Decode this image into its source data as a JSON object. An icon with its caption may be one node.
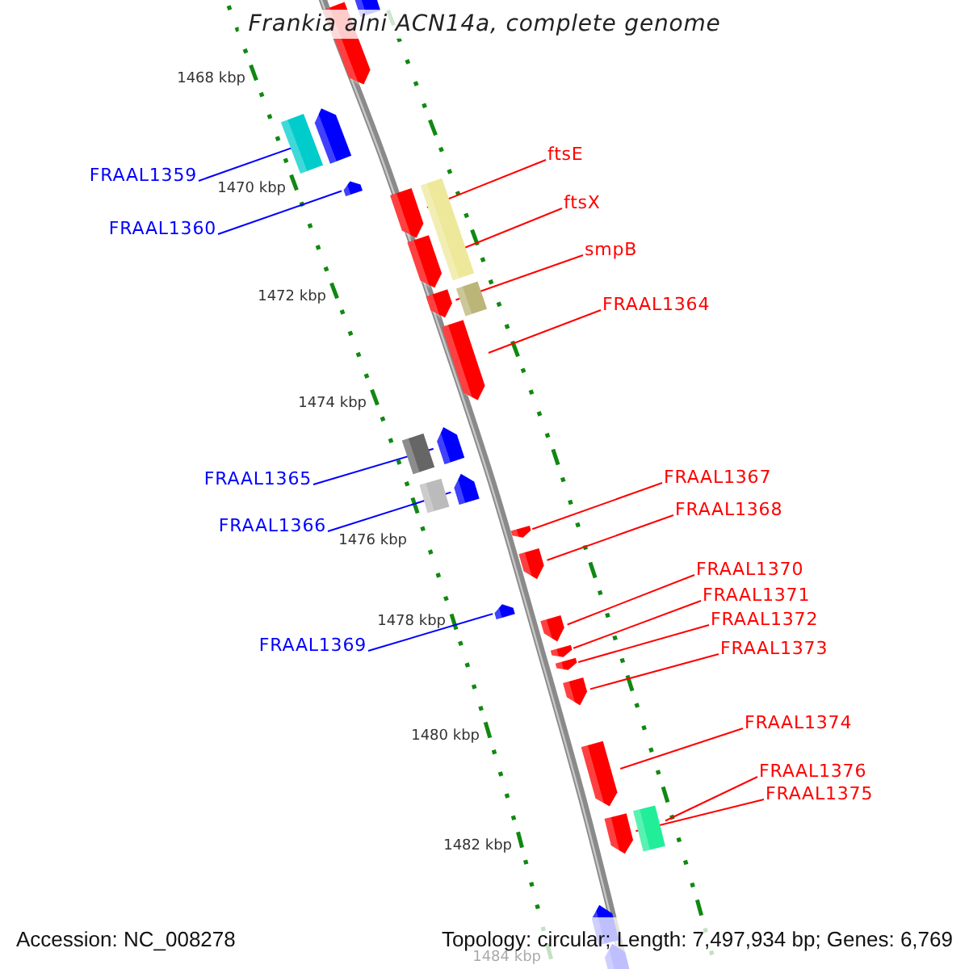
{
  "diagram": {
    "title": "Frankia alni ACN14a, complete genome",
    "nodes": [
      {
        "text": [
          "FRAAL1359"
        ]
      },
      {
        "text": [
          "ftsE"
        ]
      },
      {
        "text": [
          "ftsX"
        ]
      },
      {
        "text": [
          "FRAAL1360"
        ]
      },
      {
        "text": [
          "smpB"
        ]
      },
      {
        "text": [
          "FRAAL1364"
        ]
      },
      {
        "text": [
          "FRAAL1367"
        ]
      },
      {
        "text": [
          "FRAAL1365"
        ]
      },
      {
        "text": [
          "FRAAL1368"
        ]
      },
      {
        "text": [
          "FRAAL1366"
        ]
      },
      {
        "text": [
          "FRAAL1370"
        ]
      },
      {
        "text": [
          "FRAAL1371"
        ]
      },
      {
        "text": [
          "FRAAL1372"
        ]
      },
      {
        "text": [
          "FRAAL1369"
        ]
      },
      {
        "text": [
          "FRAAL1373"
        ]
      },
      {
        "text": [
          "FRAAL1374"
        ]
      },
      {
        "text": [
          "FRAAL1376"
        ]
      },
      {
        "text": [
          "FRAAL1375"
        ]
      },
      {
        "text": [],
        "shape": "arrow"
      },
      {
        "text": [],
        "shape": "arrow"
      },
      {
        "text": [],
        "shape": "arrow"
      },
      {
        "text": [],
        "shape": "arrow"
      },
      {
        "text": [],
        "shape": "arrow"
      },
      {
        "text": [],
        "shape": "arrow"
      },
      {
        "text": [],
        "shape": "arrow"
      },
      {
        "text": [],
        "shape": "arrow"
      },
      {
        "text": [],
        "shape": "arrow"
      },
      {
        "text": [],
        "shape": "arrow"
      },
      {
        "text": [],
        "shape": "arrow"
      },
      {
        "text": [],
        "shape": "arrow"
      },
      {
        "text": [],
        "shape": "arrow"
      },
      {
        "text": [],
        "shape": "arrow"
      },
      {
        "text": [],
        "shape": "arrow"
      },
      {
        "text": [],
        "shape": "arrow"
      },
      {
        "text": [],
        "shape": "box"
      },
      {
        "text": [],
        "shape": "arrow"
      },
      {
        "text": [],
        "shape": "arrow"
      },
      {
        "text": [],
        "shape": "arrow"
      },
      {
        "text": [],
        "shape": "box"
      },
      {
        "text": [],
        "shape": "box"
      },
      {
        "text": [],
        "shape": "box"
      },
      {
        "text": [],
        "shape": "box"
      },
      {
        "text": [],
        "shape": "box"
      },
      {
        "text": [],
        "shape": "arrow"
      },
      {
        "text": [],
        "shape": "arrow"
      }
    ],
    "edges": [
      {
        "from": 0,
        "to": 18,
        "arrow": "none",
        "color": "#0000ff"
      },
      {
        "from": 1,
        "to": 19,
        "arrow": "none"
      },
      {
        "from": 2,
        "to": 20,
        "arrow": "none"
      },
      {
        "from": 3,
        "to": 21,
        "arrow": "none",
        "color": "#0000ff"
      },
      {
        "from": 4,
        "to": 22,
        "arrow": "none"
      },
      {
        "from": 5,
        "to": 23,
        "arrow": "none"
      },
      {
        "from": 6,
        "to": 24,
        "arrow": "none"
      },
      {
        "from": 7,
        "to": 25,
        "arrow": "none",
        "color": "#0000ff"
      },
      {
        "from": 8,
        "to": 26,
        "arrow": "none"
      },
      {
        "from": 9,
        "to": 27,
        "arrow": "none",
        "color": "#0000ff"
      },
      {
        "from": 10,
        "to": 28,
        "arrow": "none"
      },
      {
        "from": 11,
        "to": 29,
        "arrow": "none"
      },
      {
        "from": 12,
        "to": 30,
        "arrow": "none"
      },
      {
        "from": 13,
        "to": 31,
        "arrow": "none",
        "color": "#0000ff"
      },
      {
        "from": 14,
        "to": 32,
        "arrow": "none"
      },
      {
        "from": 15,
        "to": 33,
        "arrow": "none"
      },
      {
        "from": 16,
        "to": 34,
        "arrow": "none"
      },
      {
        "from": 17,
        "to": 35,
        "arrow": "none"
      }
    ],
    "labels": [
      "1468 kbp",
      "1470 kbp",
      "1472 kbp",
      "1474 kbp",
      "1476 kbp",
      "1478 kbp",
      "1480 kbp",
      "1482 kbp",
      "1484 kbp",
      "Accession: NC_008278",
      "Topology: circular; Length: 7,497,934 bp; Genes: 6,769"
    ]
  }
}
